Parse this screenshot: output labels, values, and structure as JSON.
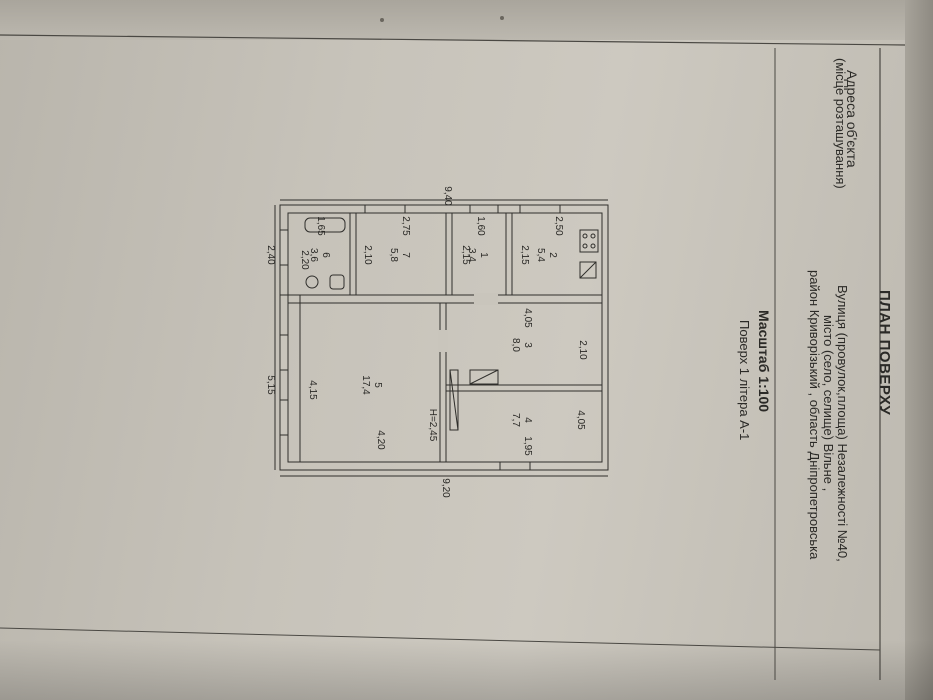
{
  "header": {
    "address_label": "Адреса об'єкта",
    "address_sublabel": "(місце розташування)",
    "title": "ПЛАН ПОВЕРХУ",
    "street_line": "Вулиця (провулок,площа)  Незалежності №40,",
    "city_line": "місто (село, селище)  Вільне  ,",
    "district_line": "район Криворізький , область  Дніпропетровська",
    "scale": "Масштаб 1:100",
    "floor_line": "Поверх  1  літера  А-1"
  },
  "plan": {
    "overall": {
      "width_top": "9,40",
      "width_bottom": "9,20",
      "depth_left_upper": "2,40",
      "depth_left_lower": "5,15"
    },
    "rooms": [
      {
        "num": "6",
        "area": "3,6",
        "dims": [
          "1,65",
          "2,20"
        ]
      },
      {
        "num": "7",
        "area": "5,8",
        "dims": [
          "2,75",
          "2,10"
        ]
      },
      {
        "num": "1",
        "area": "3,4",
        "dims": [
          "1,60",
          "2,15"
        ]
      },
      {
        "num": "2",
        "area": "5,4",
        "dims": [
          "2,50",
          "2,15"
        ]
      },
      {
        "num": "5",
        "area": "17,4",
        "dims": [
          "4,15",
          "4,20"
        ]
      },
      {
        "num": "3",
        "area": "8,0",
        "dims": [
          "4,05",
          "2,10"
        ]
      },
      {
        "num": "4",
        "area": "7,7",
        "dims": [
          "4,05",
          "1,95"
        ]
      }
    ],
    "height": "Н=2,45"
  }
}
